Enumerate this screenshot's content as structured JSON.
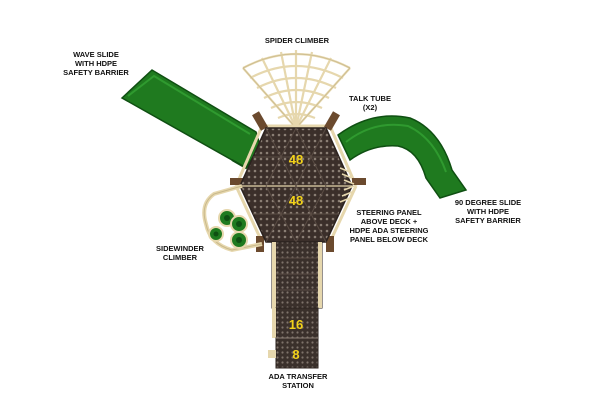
{
  "labels": {
    "spider_climber": [
      "SPIDER CLIMBER"
    ],
    "wave_slide": [
      "WAVE SLIDE",
      "WITH HDPE",
      "SAFETY BARRIER"
    ],
    "talk_tube": [
      "TALK TUBE",
      "(X2)"
    ],
    "degree_slide": [
      "90 DEGREE SLIDE",
      "WITH HDPE",
      "SAFETY BARRIER"
    ],
    "steering_panel": [
      "STEERING PANEL",
      "ABOVE DECK +",
      "HDPE ADA STEERING",
      "PANEL BELOW DECK"
    ],
    "sidewinder": [
      "SIDEWINDER",
      "CLIMBER"
    ],
    "ada_station": [
      "ADA TRANSFER",
      "STATION"
    ]
  },
  "deck_heights": {
    "upper_deck": "48",
    "lower_deck": "48",
    "step_deck": "16",
    "transfer_deck": "8"
  },
  "colors": {
    "slide_green": "#1f7a1f",
    "slide_dark": "#0f4f12",
    "deck_brown": "#3b2f2a",
    "frame_tan": "#e6d7ad",
    "post_brown": "#6b4a2e",
    "height_yellow": "#f2d21a"
  }
}
